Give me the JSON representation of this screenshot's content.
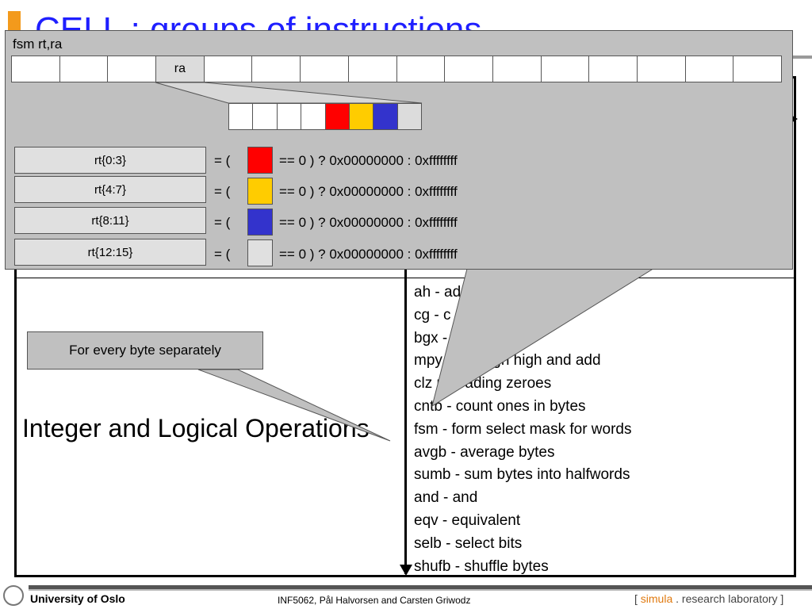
{
  "slide": {
    "title": "CELL : groups of instructions",
    "category": "Integer and Logical Operations",
    "instructions": [
      "ah - ad",
      "cg - c",
      "bgx - b                      ate",
      "mpy        ltiply high high and add",
      "clz         nt leading zeroes",
      "cntb - count ones in bytes",
      "fsm - form select mask for words",
      "avgb - average bytes",
      "sumb - sum bytes into halfwords",
      "and - and",
      "eqv - equivalent",
      "selb - select bits",
      "shufb - shuffle bytes"
    ]
  },
  "callout": {
    "note": "For every byte separately"
  },
  "overlay": {
    "instruction_label": "fsm rt,ra",
    "register_cells": [
      "",
      "",
      "",
      "ra",
      "",
      "",
      "",
      "",
      "",
      "",
      "",
      "",
      "",
      "",
      "",
      ""
    ],
    "mini_cells": [
      {
        "color": "#ffffff"
      },
      {
        "color": "#ffffff"
      },
      {
        "color": "#ffffff"
      },
      {
        "color": "#ffffff"
      },
      {
        "color": "#ff0000"
      },
      {
        "color": "#ffcc00"
      },
      {
        "color": "#3333cc"
      },
      {
        "color": "#dcdcdc"
      }
    ],
    "rows": [
      {
        "target": "rt{0:3}",
        "open": "= (",
        "color": "#ff0000",
        "expr": "== 0 ) ? 0x00000000 : 0xffffffff"
      },
      {
        "target": "rt{4:7}",
        "open": "= (",
        "color": "#ffcc00",
        "expr": "== 0 ) ? 0x00000000 : 0xffffffff"
      },
      {
        "target": "rt{8:11}",
        "open": "= (",
        "color": "#3333cc",
        "expr": "== 0 ) ? 0x00000000 : 0xffffffff"
      },
      {
        "target": "rt{12:15}",
        "open": "= (",
        "color": "#e0e0e0",
        "expr": "== 0 ) ? 0x00000000 : 0xffffffff"
      }
    ]
  },
  "footer": {
    "university": "University of Oslo",
    "course": "INF5062, Pål Halvorsen and Carsten Griwodz",
    "lab_open": "[ ",
    "lab_brand": "simula",
    "lab_rest": " . research laboratory ]"
  }
}
